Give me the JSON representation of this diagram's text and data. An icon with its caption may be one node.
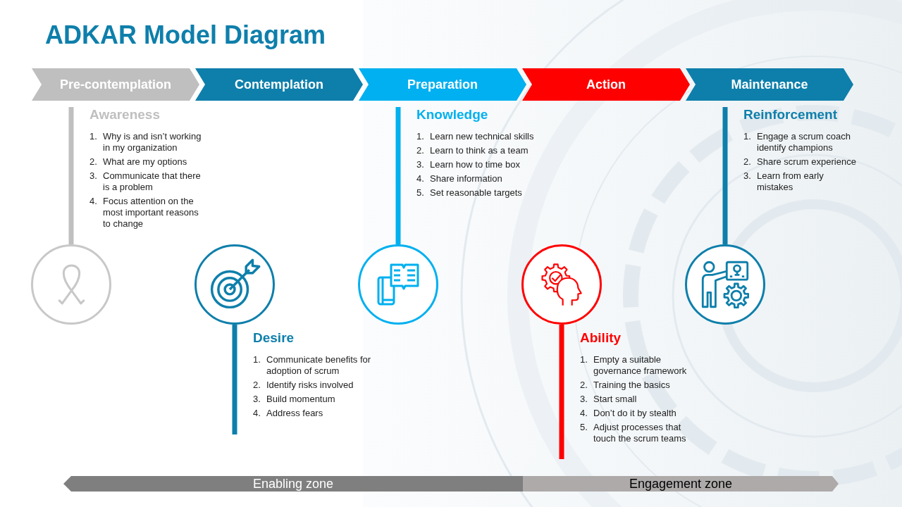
{
  "diagram": {
    "title": "ADKAR Model Diagram",
    "nodes": [
      {
        "text": [
          "Pre-contemplation"
        ]
      },
      {
        "text": [
          "Contemplation"
        ]
      },
      {
        "text": [
          "Preparation"
        ]
      },
      {
        "text": [
          "Action"
        ]
      },
      {
        "text": [
          "Maintenance"
        ]
      },
      {
        "text": [
          "Awareness",
          "1. Why is and isn’t working in my organization",
          "2. What are my options",
          "3. Communicate that there is a problem",
          "4. Focus attention on the most important reasons to change"
        ]
      },
      {
        "text": [
          "Knowledge",
          "1. Learn new technical skills",
          "2. Learn to think as a team",
          "3. Learn how to time box",
          "4. Share information",
          "5. Set reasonable targets"
        ]
      },
      {
        "text": [
          "Reinforcement",
          "1. Engage a scrum coach identify champions",
          "2. Share scrum experience",
          "3. Learn from early mistakes"
        ]
      },
      {
        "text": [],
        "shape": "circle"
      },
      {
        "text": [],
        "shape": "circle"
      },
      {
        "text": [],
        "shape": "circle"
      },
      {
        "text": [],
        "shape": "circle"
      },
      {
        "text": [],
        "shape": "circle"
      },
      {
        "text": [
          "Desire",
          "1. Communicate benefits for adoption of scrum",
          "2. Identify risks involved",
          "3. Build momentum",
          "4. Address fears"
        ]
      },
      {
        "text": [
          "Ability",
          "1. Empty a suitable governance framework",
          "2. Training the basics",
          "3. Start small",
          "4. Don’t do it by stealth",
          "5. Adjust processes that touch the scrum teams"
        ]
      },
      {
        "text": [
          "Enabling zone"
        ]
      },
      {
        "text": [
          "Engagement zone"
        ]
      }
    ],
    "edges": [
      {
        "from": 8,
        "to": 5,
        "arrow": "none",
        "color": "#bfbfbf"
      },
      {
        "from": 9,
        "to": 13,
        "arrow": "none"
      },
      {
        "from": 10,
        "to": 6,
        "arrow": "none",
        "color": "#00b0f0"
      },
      {
        "from": 11,
        "to": 14,
        "arrow": "none",
        "color": "#ff0000"
      },
      {
        "from": 12,
        "to": 7,
        "arrow": "none"
      }
    ]
  }
}
